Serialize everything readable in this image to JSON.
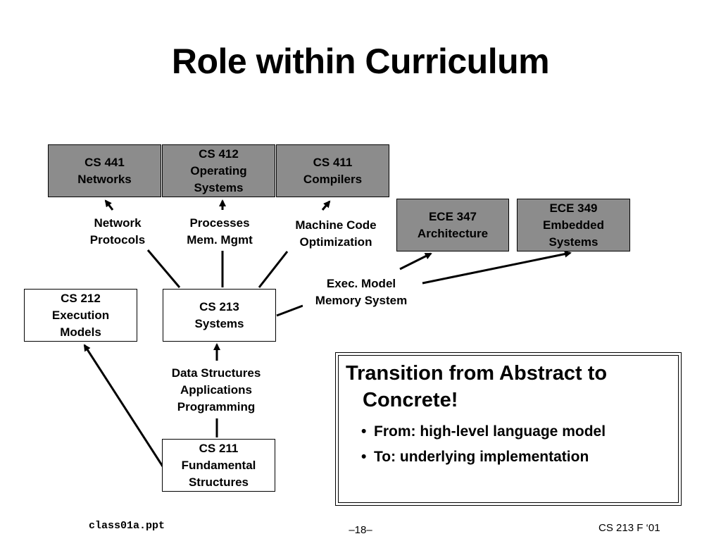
{
  "slide": {
    "title": "Role within Curriculum"
  },
  "boxes": {
    "cs441": "CS 441\nNetworks",
    "cs412": "CS 412\nOperating\nSystems",
    "cs411": "CS 411\nCompilers",
    "ece347": "ECE 347\nArchitecture",
    "ece349": "ECE 349\nEmbedded\nSystems",
    "cs212": "CS 212\nExecution\nModels",
    "cs213": "CS 213\nSystems",
    "cs211": "CS 211\nFundamental\nStructures"
  },
  "edge_labels": {
    "network": "Network\nProtocols",
    "processes": "Processes\nMem. Mgmt",
    "machine": "Machine Code\nOptimization",
    "exec": "Exec. Model\nMemory System",
    "data": "Data Structures\nApplications\nProgramming"
  },
  "callout": {
    "heading": "Transition from Abstract to Concrete!",
    "bullets": [
      "From: high-level language model",
      "To: underlying implementation"
    ],
    "bullet_glyph": "•"
  },
  "footer": {
    "left": "class01a.ppt",
    "center": "–18–",
    "right": "CS 213 F ‘01"
  },
  "colors": {
    "box_fill_gray": "#8c8c8c",
    "box_fill_white": "#ffffff",
    "line": "#000000"
  }
}
